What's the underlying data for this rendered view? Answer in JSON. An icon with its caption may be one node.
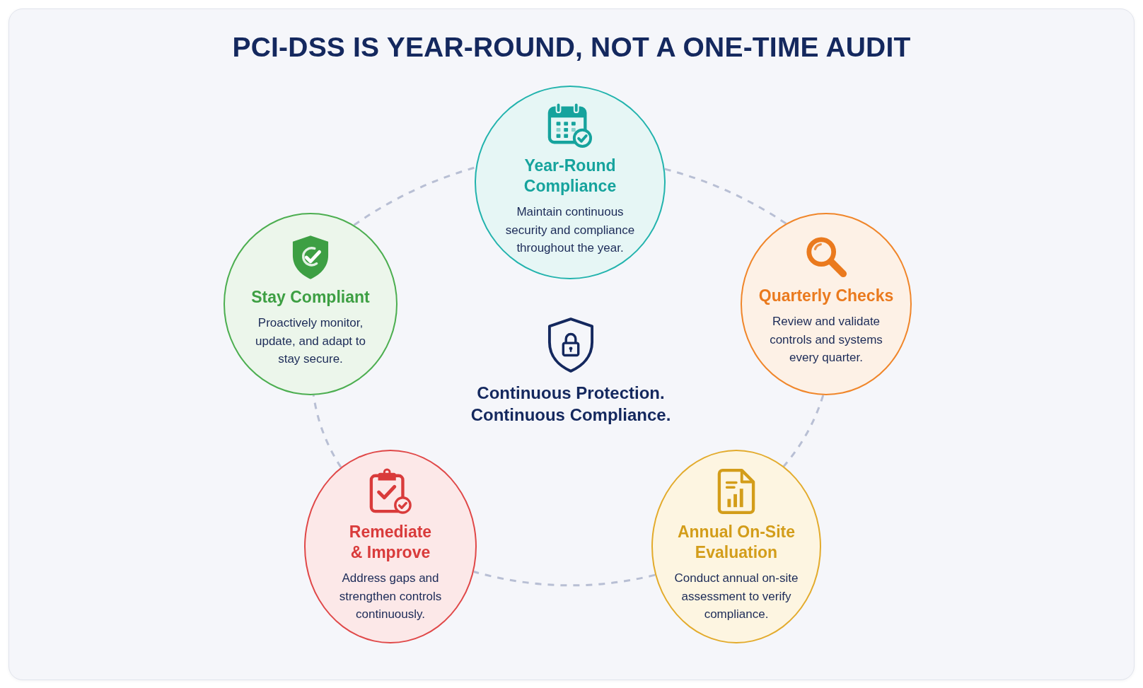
{
  "diagram": {
    "title": "PCI-DSS IS YEAR-ROUND, NOT A ONE-TIME AUDIT",
    "nodes": [
      {
        "text": [
          "Year-Round Compliance",
          "Maintain continuous security and compliance throughout the year."
        ]
      },
      {
        "text": [
          "Stay Compliant",
          "Proactively monitor, update, and adapt to stay secure."
        ]
      },
      {
        "text": [
          "Quarterly Checks",
          "Review and validate controls and systems every quarter."
        ]
      },
      {
        "text": [
          "Remediate & Improve",
          "Address gaps and strengthen controls continuously."
        ]
      },
      {
        "text": [
          "Annual On-Site Evaluation",
          "Conduct annual on-site assessment to verify compliance."
        ]
      }
    ],
    "edges": [
      {
        "from": 0,
        "to": 2,
        "arrow": "none",
        "style": "dashed"
      },
      {
        "from": 2,
        "to": 4,
        "arrow": "none",
        "style": "dashed"
      },
      {
        "from": 4,
        "to": 3,
        "arrow": "none",
        "style": "dashed"
      },
      {
        "from": 3,
        "to": 1,
        "arrow": "none",
        "style": "dashed"
      },
      {
        "from": 1,
        "to": 0,
        "arrow": "none",
        "style": "dashed"
      }
    ],
    "labels": [
      "Continuous Protection. Continuous Compliance."
    ]
  }
}
